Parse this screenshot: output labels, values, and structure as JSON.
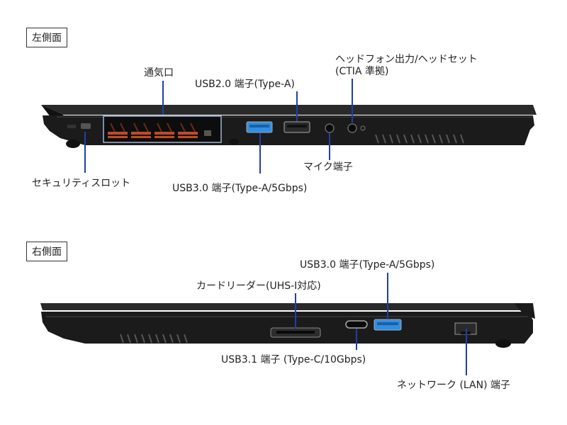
{
  "left": {
    "title": "左側面",
    "labels": {
      "vent": "通気口",
      "usb20": "USB2.0 端子(Type-A)",
      "headset_line1": "ヘッドフォン出力/ヘッドセット",
      "headset_line2": "(CTIA 準拠)",
      "security_slot": "セキュリティスロット",
      "usb30": "USB3.0 端子(Type-A/5Gbps)",
      "mic": "マイク端子"
    }
  },
  "right": {
    "title": "右側面",
    "labels": {
      "usb30": "USB3.0 端子(Type-A/5Gbps)",
      "card_reader": "カードリーダー(UHS-I対応)",
      "usb31": "USB3.1 端子 (Type-C/10Gbps)",
      "lan": "ネットワーク (LAN) 端子"
    }
  },
  "colors": {
    "leader": "#1f3fa8",
    "chassis": "#1a1a1a",
    "vent_glow": "#e0562a",
    "usb3_blue": "#2f8fe0"
  }
}
